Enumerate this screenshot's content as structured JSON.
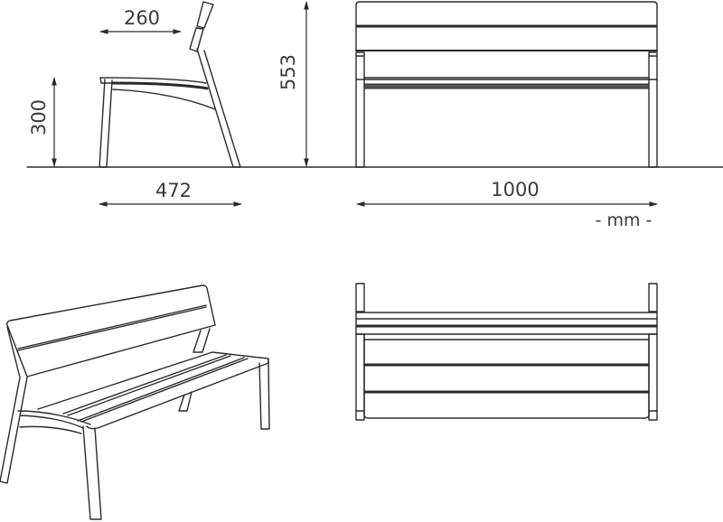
{
  "drawing": {
    "units": "- mm -",
    "dimensions": {
      "backrest_depth": "260",
      "seat_height": "300",
      "total_height": "553",
      "total_depth": "472",
      "total_width": "1000"
    },
    "views": [
      "side-view",
      "front-view",
      "perspective-view",
      "top-view"
    ],
    "line_color": "#2a2a2a"
  }
}
